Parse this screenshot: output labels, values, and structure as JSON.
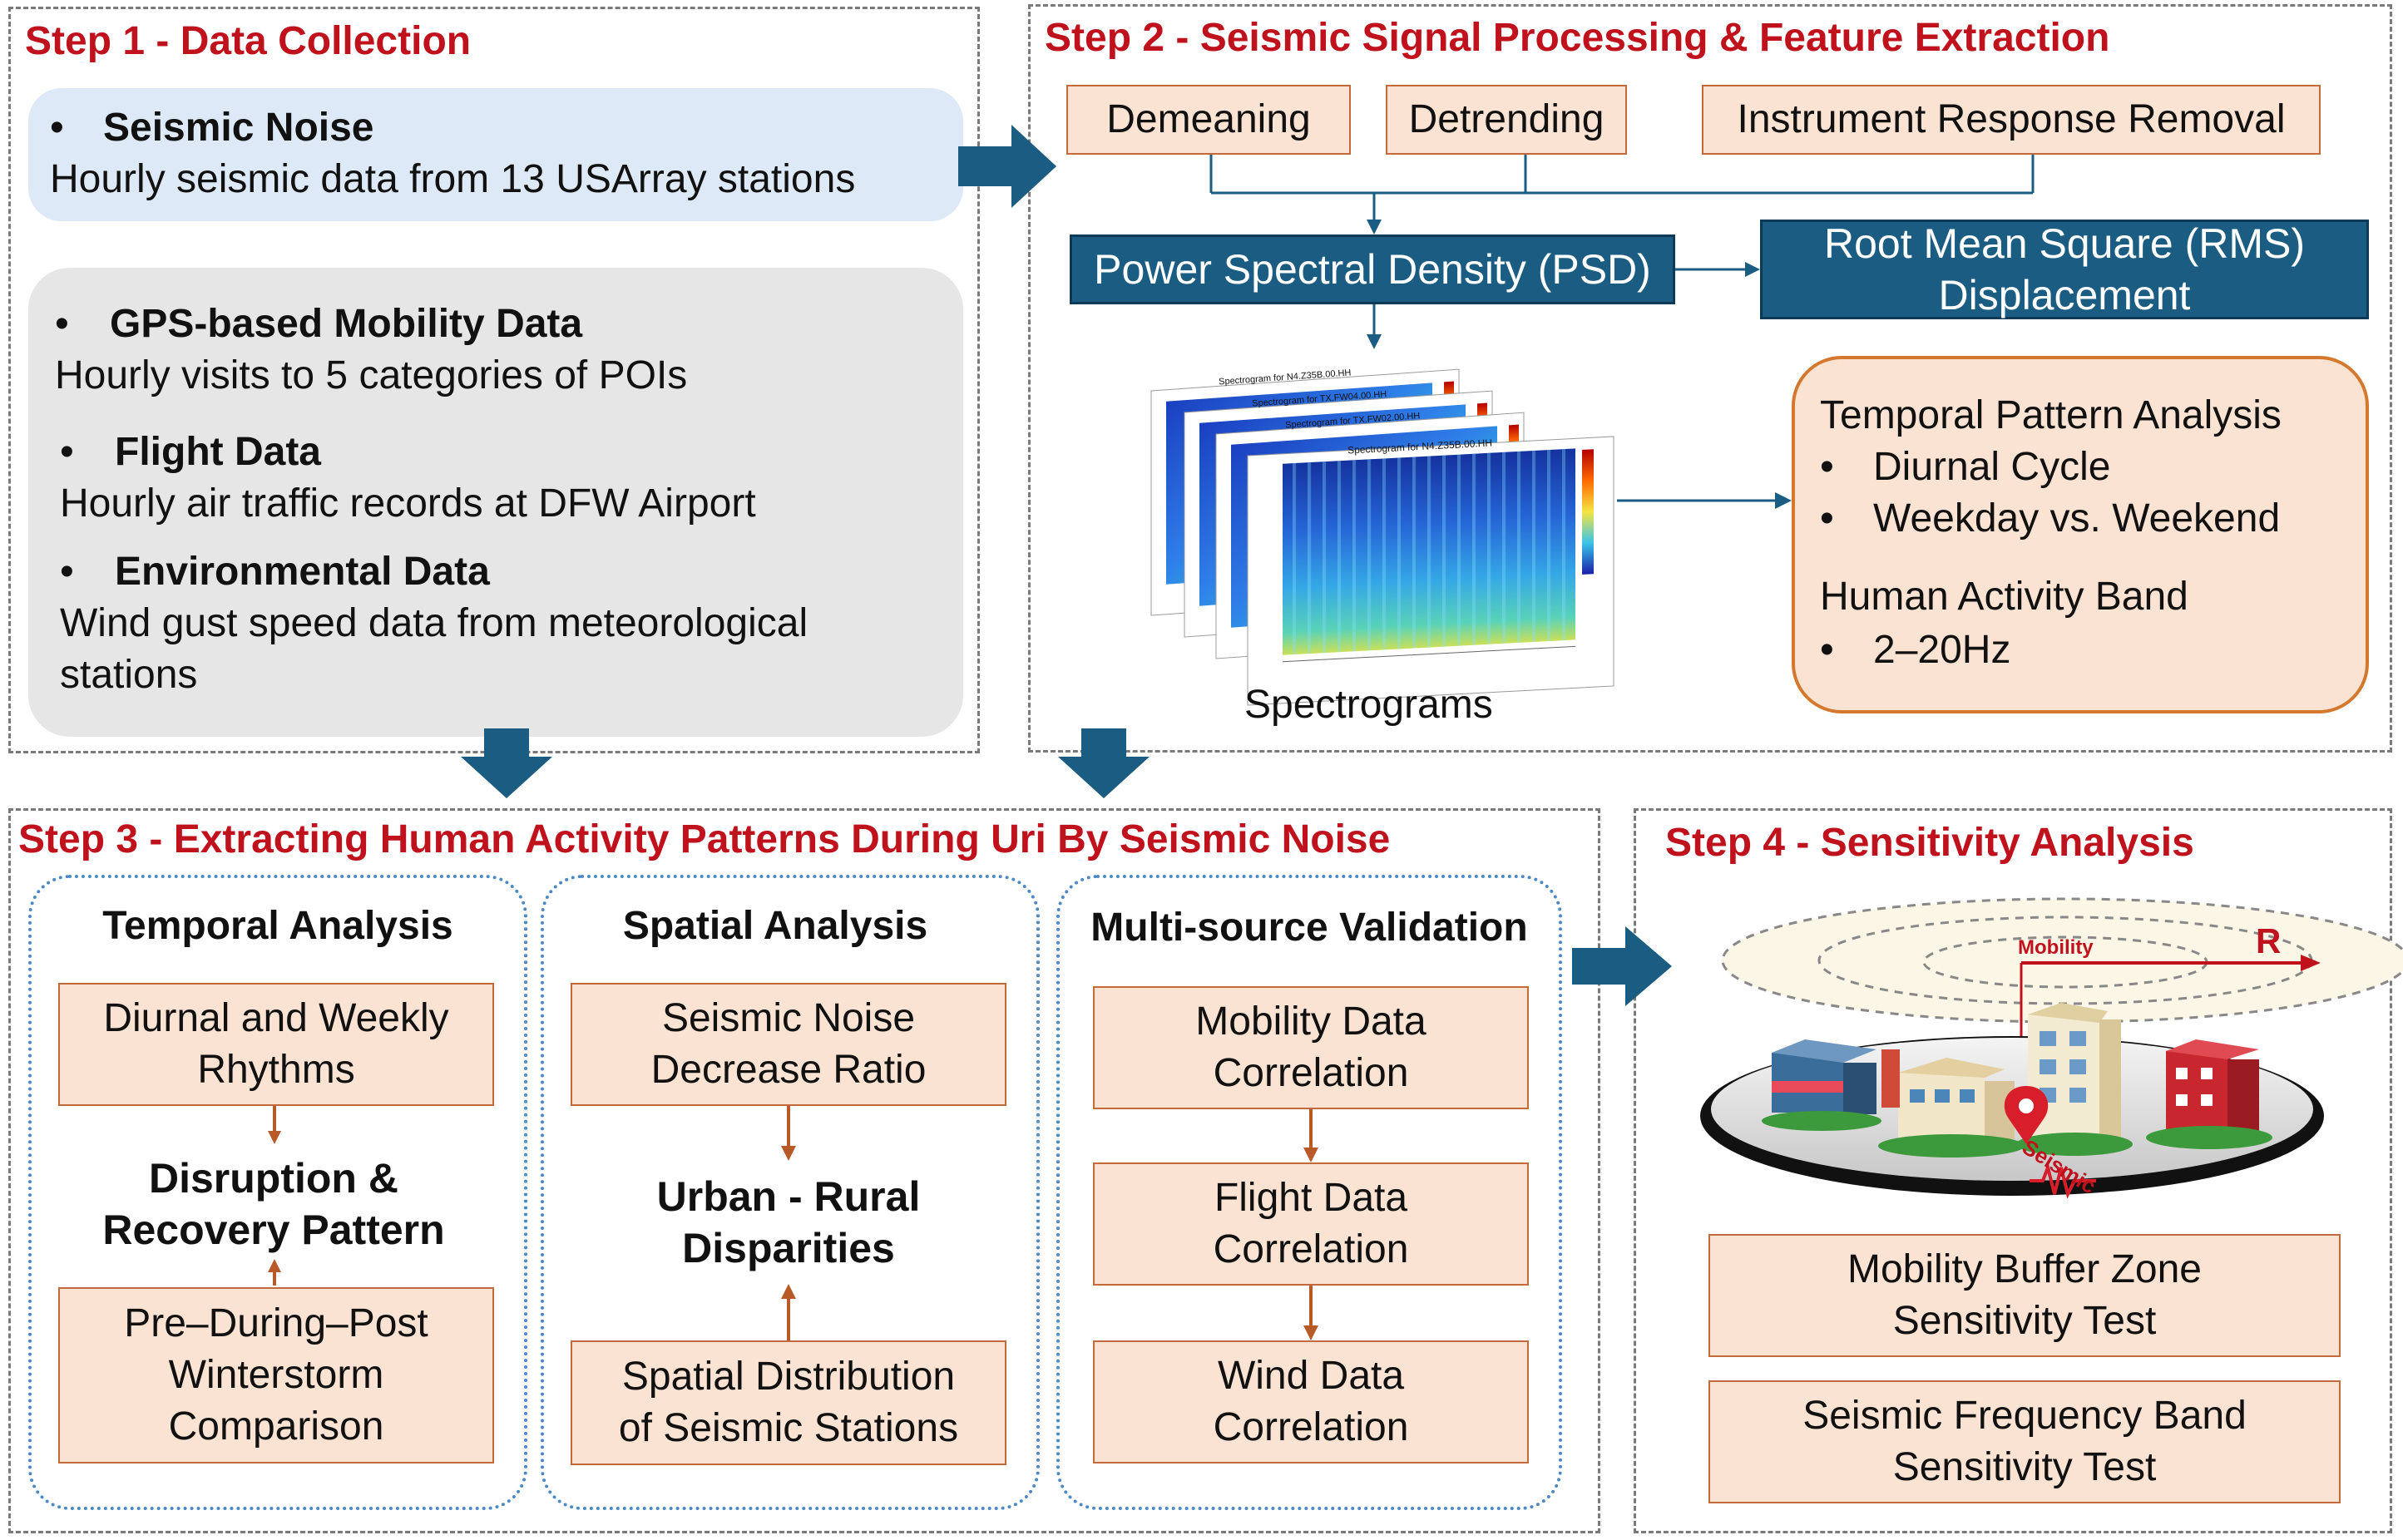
{
  "step1": {
    "title": "Step 1 -  Data Collection",
    "seismic": {
      "heading": "Seismic Noise",
      "desc": "Hourly seismic data from 13 USArray stations"
    },
    "gps": {
      "heading": "GPS-based Mobility Data",
      "desc": "Hourly visits to 5 categories of POIs"
    },
    "flight": {
      "heading": "Flight Data",
      "desc": "Hourly air traffic records at DFW Airport"
    },
    "env": {
      "heading": "Environmental Data",
      "desc_line1": "Wind gust speed data from meteorological",
      "desc_line2": "stations"
    },
    "bullet": "•"
  },
  "step2": {
    "title": "Step 2 - Seismic Signal Processing & Feature Extraction",
    "demeaning": "Demeaning",
    "detrending": "Detrending",
    "instrument": "Instrument Response Removal",
    "psd": "Power Spectral Density (PSD)",
    "rms_line1": "Root Mean Square (RMS)",
    "rms_line2": "Displacement",
    "spectrograms_label": "Spectrograms",
    "spec_titles": [
      "Spectrogram for N4.Z35B.00.HH",
      "Spectrogram for TX.FW04.00.HH",
      "Spectrogram for TX.FW02.00.HH",
      "Spectrogram for N4.Z35B.00.HH"
    ],
    "temporal_title": "Temporal Pattern Analysis",
    "diurnal": "Diurnal Cycle",
    "weekday": "Weekday vs. Weekend",
    "band_title": "Human Activity Band",
    "band": "2–20Hz",
    "bullet": "•"
  },
  "step3": {
    "title": "Step 3 - Extracting Human Activity Patterns During Uri By Seismic Noise",
    "temporal": {
      "title": "Temporal Analysis",
      "box1_line1": "Diurnal and Weekly",
      "box1_line2": "Rhythms",
      "center_line1": "Disruption &",
      "center_line2": "Recovery Pattern",
      "box2_line1": "Pre–During–Post",
      "box2_line2": "Winterstorm",
      "box2_line3": "Comparison"
    },
    "spatial": {
      "title": "Spatial Analysis",
      "box1_line1": "Seismic Noise",
      "box1_line2": "Decrease Ratio",
      "center_line1": "Urban - Rural",
      "center_line2": "Disparities",
      "box2_line1": "Spatial Distribution",
      "box2_line2": "of Seismic Stations"
    },
    "validation": {
      "title": "Multi-source Validation",
      "box1_line1": "Mobility Data",
      "box1_line2": "Correlation",
      "box2_line1": "Flight Data",
      "box2_line2": "Correlation",
      "box3_line1": "Wind Data",
      "box3_line2": "Correlation"
    }
  },
  "step4": {
    "title": "Step 4 - Sensitivity Analysis",
    "mobility_label": "Mobility",
    "r_label": "R",
    "seismic_label": "Seismic",
    "test1_line1": "Mobility Buffer Zone",
    "test1_line2": "Sensitivity Test",
    "test2_line1": "Seismic Frequency Band",
    "test2_line2": "Sensitivity Test"
  },
  "colors": {
    "title_red": "#c0121c",
    "navy": "#1b5d82",
    "peach": "#fbe3d3",
    "peach_border": "#c26a3c",
    "arrow_brown": "#b85a28"
  }
}
